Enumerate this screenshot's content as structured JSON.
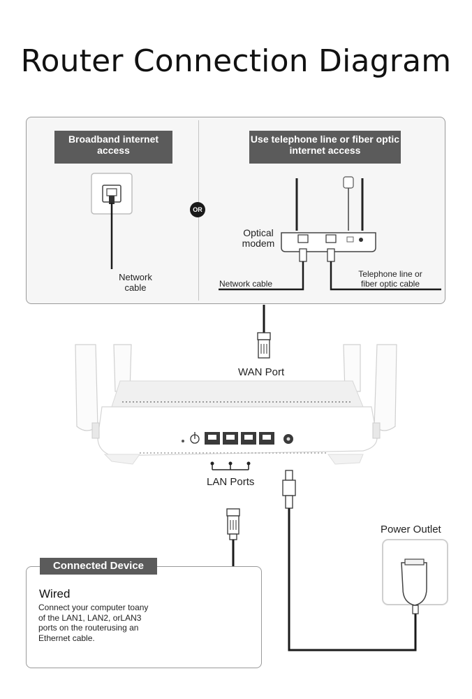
{
  "title": "Router Connection Diagram",
  "top_left": {
    "header": "Broadband internet access",
    "cable_label": "Network cable"
  },
  "or_label": "OR",
  "top_right": {
    "header": "Use telephone line or fiber optic internet access",
    "modem_label": "Optical modem",
    "network_cable_label": "Network cable",
    "telephone_label": "Telephone line or fiber optic cable"
  },
  "router": {
    "wan_label": "WAN Port",
    "lan_label": "LAN Ports"
  },
  "power": {
    "label": "Power Outlet"
  },
  "connected_device": {
    "header": "Connected Device",
    "type": "Wired",
    "description": "Connect your computer toany of the LAN1, LAN2, orLAN3 ports on the routerusing an Ethernet cable."
  },
  "colors": {
    "header_bg": "#5b5b5b",
    "panel_border": "#9a9a9a",
    "line": "#1a1a1a"
  }
}
